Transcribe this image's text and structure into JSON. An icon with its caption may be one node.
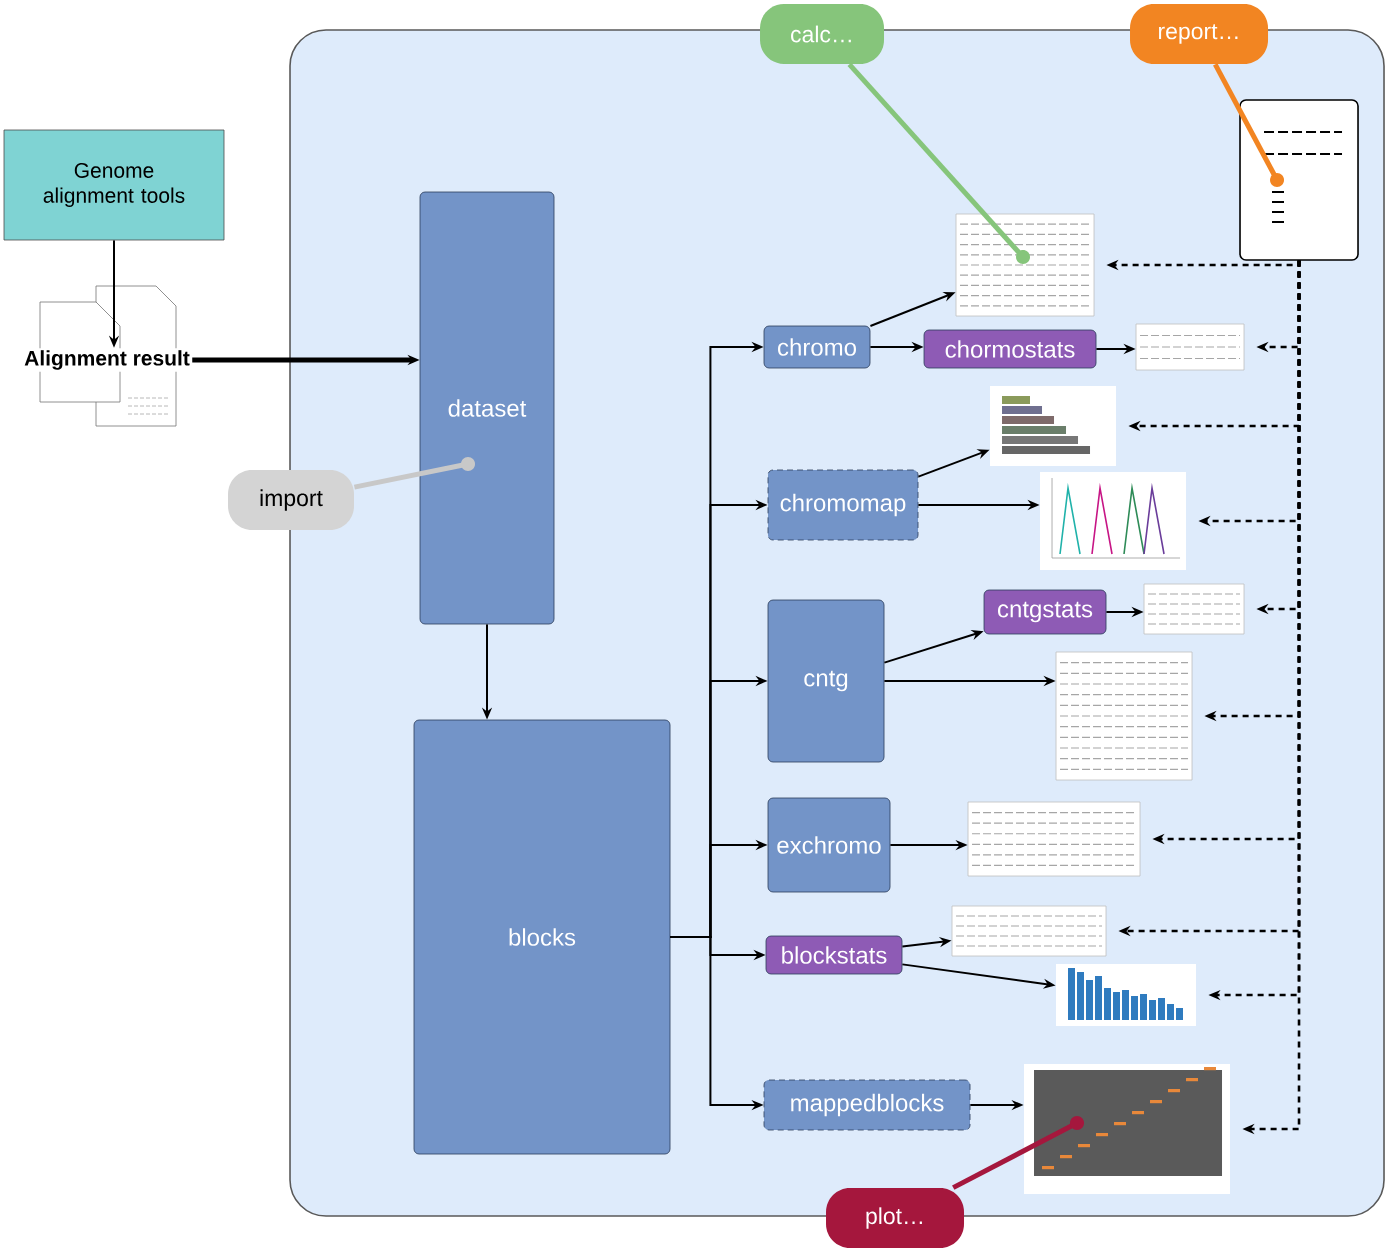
{
  "diagram": {
    "nodes": [
      {
        "text": [],
        "shape": "box"
      },
      {
        "text": [
          "Genome alignment tools"
        ]
      },
      {
        "text": [
          "Alignment result"
        ]
      },
      {
        "text": [
          "dataset"
        ],
        "in": 0
      },
      {
        "text": [
          "import"
        ]
      },
      {
        "text": [
          "blocks"
        ],
        "in": 0
      },
      {
        "text": [
          "calc…"
        ]
      },
      {
        "text": [
          "report…"
        ]
      },
      {
        "text": [],
        "shape": "picture",
        "in": 0
      },
      {
        "text": [],
        "shape": "picture",
        "in": 0
      },
      {
        "text": [
          "chromo"
        ],
        "in": 0
      },
      {
        "text": [
          "chormostats"
        ],
        "in": 0
      },
      {
        "text": [],
        "shape": "picture",
        "in": 0
      },
      {
        "text": [],
        "shape": "picture",
        "in": 0
      },
      {
        "text": [
          "chromomap"
        ],
        "in": 0
      },
      {
        "text": [],
        "shape": "picture",
        "in": 0
      },
      {
        "text": [
          "cntgstats"
        ],
        "in": 0
      },
      {
        "text": [],
        "shape": "picture",
        "in": 0
      },
      {
        "text": [
          "cntg"
        ],
        "in": 0
      },
      {
        "text": [],
        "shape": "picture",
        "in": 0
      },
      {
        "text": [
          "exchromo"
        ],
        "in": 0
      },
      {
        "text": [],
        "shape": "picture",
        "in": 0
      },
      {
        "text": [
          "blockstats"
        ],
        "in": 0
      },
      {
        "text": [],
        "shape": "picture",
        "in": 0
      },
      {
        "text": [],
        "shape": "picture",
        "in": 0
      },
      {
        "text": [
          "mappedblocks"
        ],
        "in": 0
      },
      {
        "text": [],
        "shape": "picture",
        "in": 0
      },
      {
        "text": [
          "plot…"
        ]
      }
    ],
    "edges": [
      {
        "from": 1,
        "to": 2,
        "arrow": "to"
      },
      {
        "from": 2,
        "to": 3,
        "arrow": "to",
        "style": "thick"
      },
      {
        "from": 3,
        "to": 5,
        "arrow": "to"
      },
      {
        "from": 4,
        "to": 3,
        "arrow": "other",
        "style": "thick",
        "color": "#c8c8c8"
      },
      {
        "from": 5,
        "to": 10,
        "arrow": "to"
      },
      {
        "from": 5,
        "to": 14,
        "arrow": "to"
      },
      {
        "from": 5,
        "to": 18,
        "arrow": "to"
      },
      {
        "from": 5,
        "to": 20,
        "arrow": "to"
      },
      {
        "from": 5,
        "to": 22,
        "arrow": "to"
      },
      {
        "from": 5,
        "to": 25,
        "arrow": "to"
      },
      {
        "from": 10,
        "to": 9,
        "arrow": "to"
      },
      {
        "from": 10,
        "to": 11,
        "arrow": "to"
      },
      {
        "from": 11,
        "to": 12,
        "arrow": "to"
      },
      {
        "from": 14,
        "to": 13,
        "arrow": "to"
      },
      {
        "from": 14,
        "to": 15,
        "arrow": "to"
      },
      {
        "from": 18,
        "to": 16,
        "arrow": "to"
      },
      {
        "from": 16,
        "to": 17,
        "arrow": "to"
      },
      {
        "from": 18,
        "to": 19,
        "arrow": "to"
      },
      {
        "from": 20,
        "to": 21,
        "arrow": "to"
      },
      {
        "from": 22,
        "to": 23,
        "arrow": "to"
      },
      {
        "from": 22,
        "to": 24,
        "arrow": "to"
      },
      {
        "from": 25,
        "to": 26,
        "arrow": "to"
      },
      {
        "from": 8,
        "to": 9,
        "arrow": "to",
        "style": "dashed"
      },
      {
        "from": 8,
        "to": 12,
        "arrow": "to",
        "style": "dashed"
      },
      {
        "from": 8,
        "to": 13,
        "arrow": "to",
        "style": "dashed"
      },
      {
        "from": 8,
        "to": 15,
        "arrow": "to",
        "style": "dashed"
      },
      {
        "from": 8,
        "to": 17,
        "arrow": "to",
        "style": "dashed"
      },
      {
        "from": 8,
        "to": 19,
        "arrow": "to",
        "style": "dashed"
      },
      {
        "from": 8,
        "to": 21,
        "arrow": "to",
        "style": "dashed"
      },
      {
        "from": 8,
        "to": 23,
        "arrow": "to",
        "style": "dashed"
      },
      {
        "from": 8,
        "to": 24,
        "arrow": "to",
        "style": "dashed"
      },
      {
        "from": 8,
        "to": 26,
        "arrow": "to",
        "style": "dashed"
      },
      {
        "from": 6,
        "to": 9,
        "arrow": "other",
        "style": "thick",
        "color": "#86c57b"
      },
      {
        "from": 7,
        "to": 8,
        "arrow": "other",
        "style": "thick",
        "color": "#f28522"
      },
      {
        "from": 27,
        "to": 26,
        "arrow": "other",
        "style": "thick",
        "color": "#a5173d"
      }
    ]
  }
}
